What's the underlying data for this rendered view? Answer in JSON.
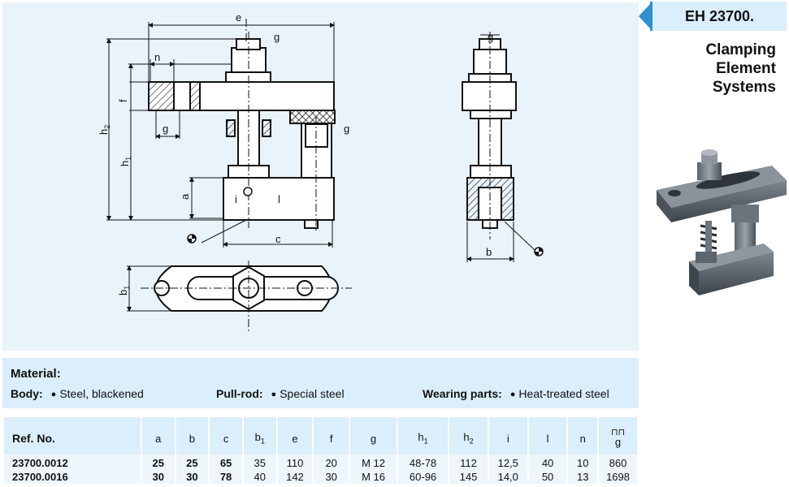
{
  "header": {
    "code": "EH 23700.",
    "title_lines": [
      "Clamping",
      "Element",
      "Systems"
    ]
  },
  "drawing": {
    "labels": {
      "e": "e",
      "g": "g",
      "n": "n",
      "f": "f",
      "h2": "h",
      "h2_sub": "2",
      "h1": "h",
      "h1_sub": "1",
      "a": "a",
      "i": "i",
      "l": "l",
      "c": "c",
      "b1": "b",
      "b1_sub": "1",
      "b": "b"
    }
  },
  "material": {
    "heading": "Material:",
    "items": [
      {
        "label": "Body:",
        "value": "Steel, blackened"
      },
      {
        "label": "Pull-rod:",
        "value": "Special steel"
      },
      {
        "label": "Wearing parts:",
        "value": "Heat-treated steel"
      }
    ]
  },
  "table": {
    "columns": [
      {
        "key": "ref",
        "label": "Ref. No."
      },
      {
        "key": "a",
        "label": "a"
      },
      {
        "key": "b",
        "label": "b"
      },
      {
        "key": "c",
        "label": "c"
      },
      {
        "key": "b1",
        "label": "b",
        "sub": "1"
      },
      {
        "key": "e",
        "label": "e"
      },
      {
        "key": "f",
        "label": "f"
      },
      {
        "key": "g",
        "label": "g"
      },
      {
        "key": "h1",
        "label": "h",
        "sub": "1"
      },
      {
        "key": "h2",
        "label": "h",
        "sub": "2"
      },
      {
        "key": "i",
        "label": "i"
      },
      {
        "key": "l",
        "label": "l"
      },
      {
        "key": "n",
        "label": "n"
      },
      {
        "key": "weight",
        "label": "g",
        "icon": "weight-icon"
      }
    ],
    "rows": [
      {
        "ref": "23700.0012",
        "a": "25",
        "b": "25",
        "c": "65",
        "b1": "35",
        "e": "110",
        "f": "20",
        "g": "M 12",
        "h1": "48-78",
        "h2": "112",
        "i": "12,5",
        "l": "40",
        "n": "10",
        "weight": "860"
      },
      {
        "ref": "23700.0016",
        "a": "30",
        "b": "30",
        "c": "78",
        "b1": "40",
        "e": "142",
        "f": "30",
        "g": "M 16",
        "h1": "60-96",
        "h2": "145",
        "i": "14,0",
        "l": "50",
        "n": "13",
        "weight": "1698"
      }
    ]
  }
}
